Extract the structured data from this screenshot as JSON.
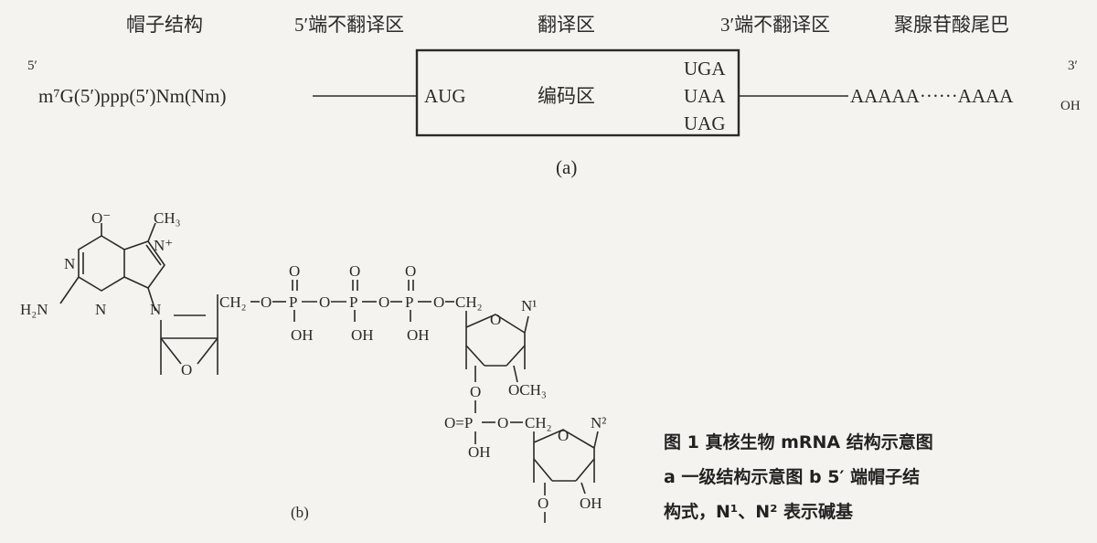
{
  "part_a": {
    "regions": {
      "cap": "帽子结构",
      "utr5": "5′端不翻译区",
      "translated": "翻译区",
      "utr3": "3′端不翻译区",
      "polya": "聚腺苷酸尾巴"
    },
    "five_prime": "5′",
    "three_prime": "3′",
    "cap_sequence": "m⁷G(5′)ppp(5′)Nm(Nm)",
    "start_codon": "AUG",
    "coding_label": "编码区",
    "stop_codons": [
      "UGA",
      "UAA",
      "UAG"
    ],
    "tail": "AAAAA······AAAA",
    "tail_end": "OH",
    "panel_label": "(a)"
  },
  "part_b": {
    "o_minus": "O⁻",
    "ch3_top": "CH₃",
    "n_plus": "N⁺",
    "n_left": "N",
    "n_bottom": "N",
    "n_nine": "N",
    "h2n": "H₂N",
    "ch2_1": "CH₂",
    "ch2_2": "CH₂",
    "ch2_3": "CH₂",
    "phosphate_o": "O",
    "phosphate_p": "P",
    "phosphate_oh": "OH",
    "link_o": "O",
    "ring_o": "O",
    "n1": "N¹",
    "n2": "N²",
    "och3": "OCH₃",
    "oh_bottom": "OH",
    "o_bottom": "O",
    "o_double_p": "O=P",
    "panel_label": "(b)"
  },
  "caption": {
    "line1": "图 1  真核生物 mRNA 结构示意图",
    "line2": "a  一级结构示意图    b 5′ 端帽子结",
    "line3": "构式，N¹、N² 表示碱基"
  }
}
